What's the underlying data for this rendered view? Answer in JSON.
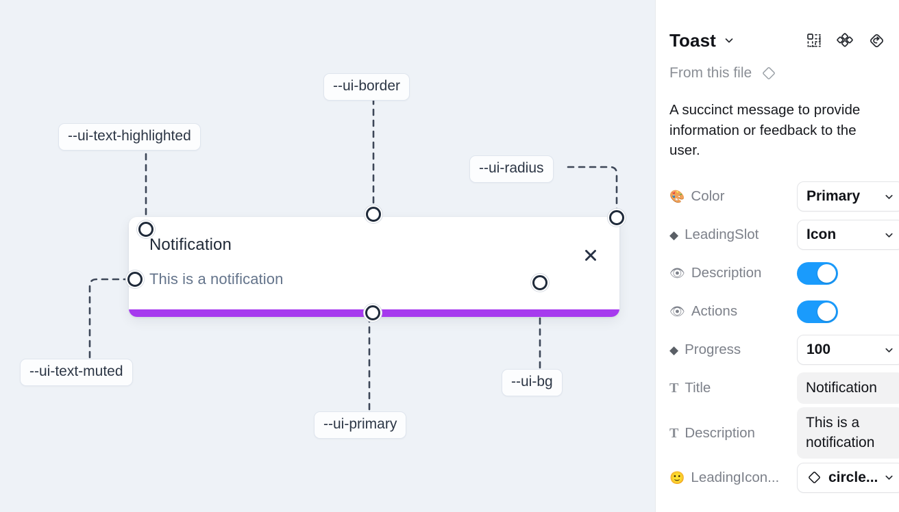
{
  "canvas": {
    "background_color": "#eef2f7",
    "toast": {
      "title": "Notification",
      "description": "This is a notification",
      "close_icon": "close-x-icon",
      "progress_value": 100,
      "progress_color": "#a63aee",
      "track_color": "#dcdfe4",
      "background_color": "#ffffff"
    },
    "tokens": [
      {
        "id": "border",
        "label": "--ui-border"
      },
      {
        "id": "text-highlighted",
        "label": "--ui-text-highlighted"
      },
      {
        "id": "radius",
        "label": "--ui-radius"
      },
      {
        "id": "text-muted",
        "label": "--ui-text-muted"
      },
      {
        "id": "primary",
        "label": "--ui-primary"
      },
      {
        "id": "bg",
        "label": "--ui-bg"
      }
    ]
  },
  "panel": {
    "title": "Toast",
    "title_caret_icon": "chevron-down-icon",
    "header_icons": [
      {
        "name": "component-grid-icon"
      },
      {
        "name": "four-diamond-cluster-icon"
      },
      {
        "name": "reset-rotate-icon"
      }
    ],
    "from_this_file": {
      "label": "From this file",
      "icon": "diamond-outline-icon"
    },
    "description": "A succinct message to provide information or feedback to the user.",
    "accent_color": "#1a9bfc",
    "properties": [
      {
        "id": "color",
        "icon": "palette-emoji",
        "icon_glyph": "🎨",
        "label": "Color",
        "control": "select",
        "value": "Primary"
      },
      {
        "id": "leading-slot",
        "icon": "diamond-filled",
        "icon_glyph": "◆",
        "label": "LeadingSlot",
        "control": "select",
        "value": "Icon"
      },
      {
        "id": "description",
        "icon": "eye-emoji",
        "icon_glyph": "👁",
        "label": "Description",
        "control": "toggle",
        "value": "on"
      },
      {
        "id": "actions",
        "icon": "eye-emoji",
        "icon_glyph": "👁",
        "label": "Actions",
        "control": "toggle",
        "value": "on"
      },
      {
        "id": "progress",
        "icon": "diamond-filled",
        "icon_glyph": "◆",
        "label": "Progress",
        "control": "select",
        "value": "100"
      },
      {
        "id": "title",
        "icon": "text-T",
        "icon_glyph": "T",
        "label": "Title",
        "control": "textfield",
        "value": "Notification"
      },
      {
        "id": "desc-field",
        "icon": "text-T",
        "icon_glyph": "T",
        "label": "Description",
        "control": "textfield",
        "value": "This is a notification"
      },
      {
        "id": "leading-icon",
        "icon": "smiley-emoji",
        "icon_glyph": "🙂",
        "label": "LeadingIcon...",
        "control": "icon-select",
        "value": "circle...",
        "value_glyph": "diamond-outline-icon"
      }
    ]
  }
}
